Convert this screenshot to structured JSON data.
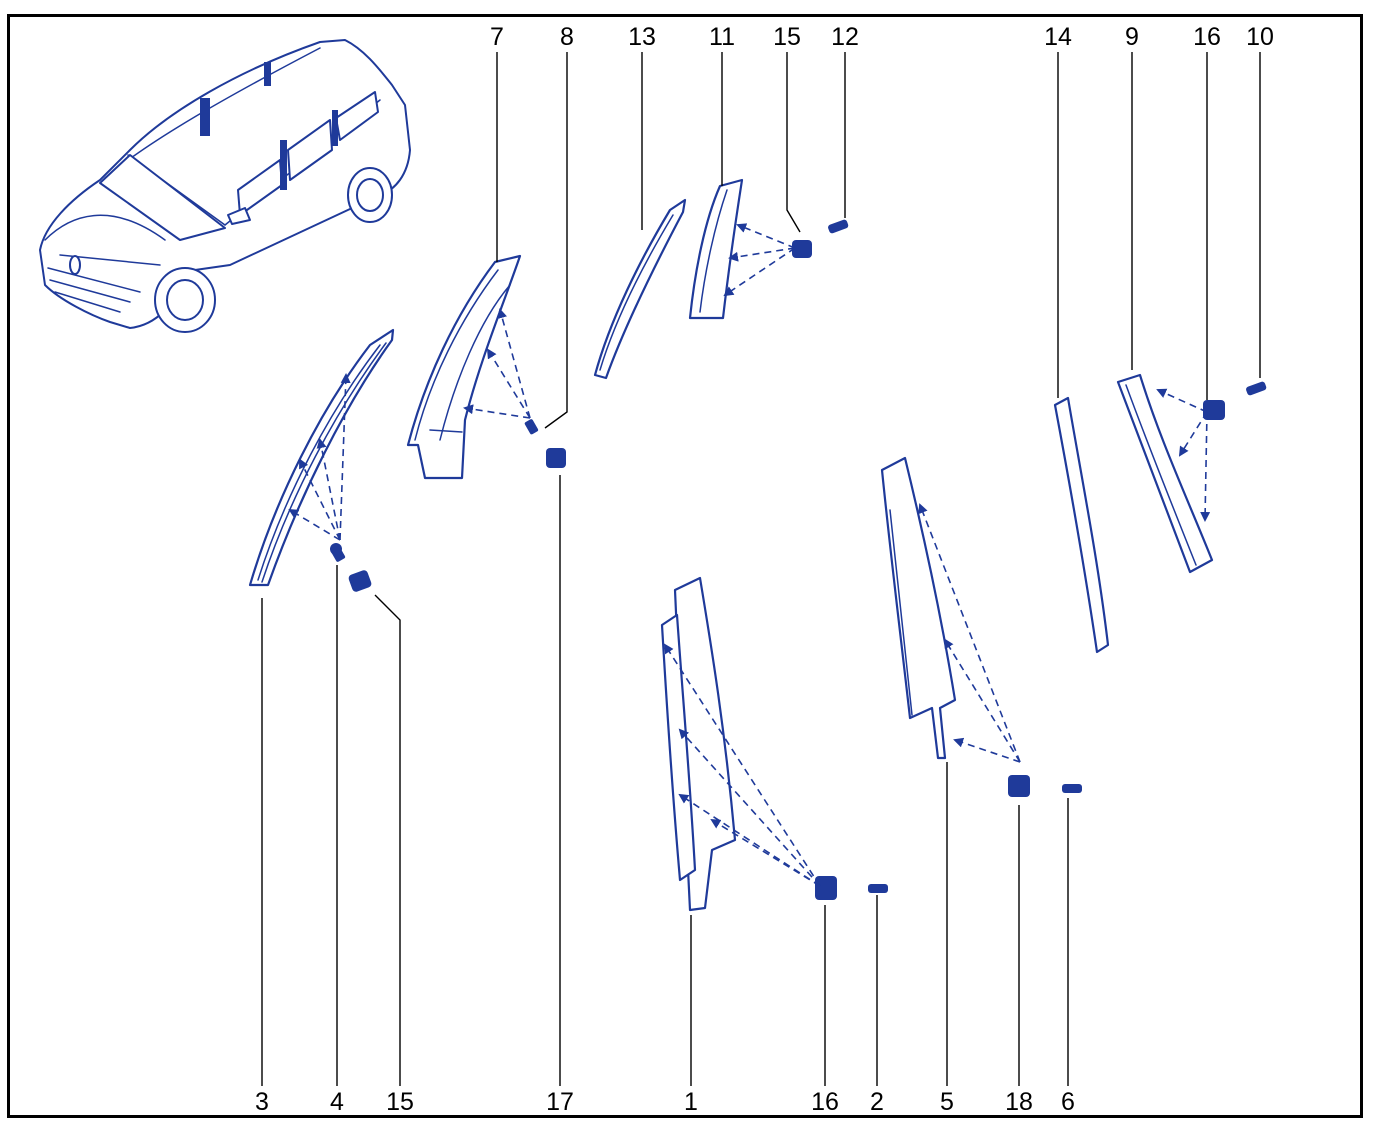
{
  "diagram": {
    "accent_color": "#1f3a9a",
    "vehicle_icon": "minivan-side-icon",
    "callouts_top": [
      "7",
      "8",
      "13",
      "11",
      "15",
      "12",
      "14",
      "9",
      "16",
      "10"
    ],
    "callouts_bottom": [
      "3",
      "4",
      "15",
      "17",
      "1",
      "16",
      "2",
      "5",
      "18",
      "6"
    ]
  }
}
